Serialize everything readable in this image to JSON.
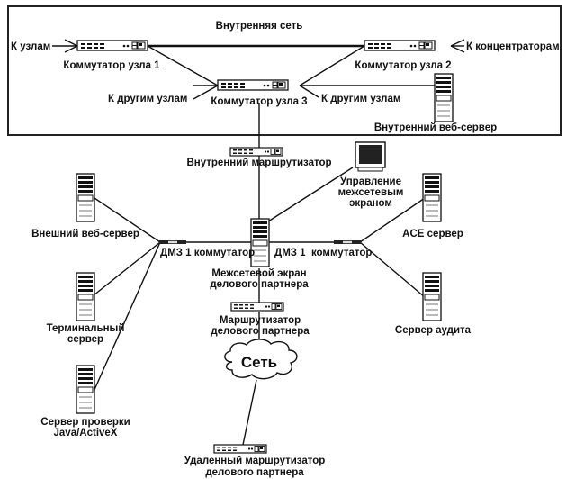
{
  "diagram": {
    "internal_network": {
      "title": "Внутренняя сеть",
      "switches": [
        {
          "id": "sw1",
          "label": "Коммутатор узла 1"
        },
        {
          "id": "sw2",
          "label": "Коммутатор узла 2"
        },
        {
          "id": "sw3",
          "label": "Коммутатор узла 3"
        }
      ],
      "edge_labels": {
        "to_nodes": "К узлам",
        "to_hubs": "К концентраторам",
        "to_other_nodes_left": "К другим узлам",
        "to_other_nodes_right": "К другим узлам"
      },
      "internal_web_server": "Внутренний веб-сервер"
    },
    "internal_router": "Внутренний маршрутизатор",
    "firewall_management": [
      "Управление",
      "межсетевым",
      "экраном"
    ],
    "firewall": [
      "Межсетевой экран",
      "делового партнера"
    ],
    "dmz_switch_left": "ДМЗ 1 коммутатор",
    "dmz_switch_right": "ДМЗ 1  коммутатор",
    "external_web_server": "Внешний веб-сервер",
    "terminal_server": [
      "Терминальный",
      "сервер"
    ],
    "java_server": [
      "Сервер проверки",
      "Java/ActiveX"
    ],
    "ace_server": "ACE сервер",
    "audit_server": "Сервер аудита",
    "partner_router": [
      "Маршрутизатор",
      "делового партнера"
    ],
    "network_cloud": "Сеть",
    "remote_router": [
      "Удаленный маршрутизатор",
      "делового партнера"
    ]
  }
}
